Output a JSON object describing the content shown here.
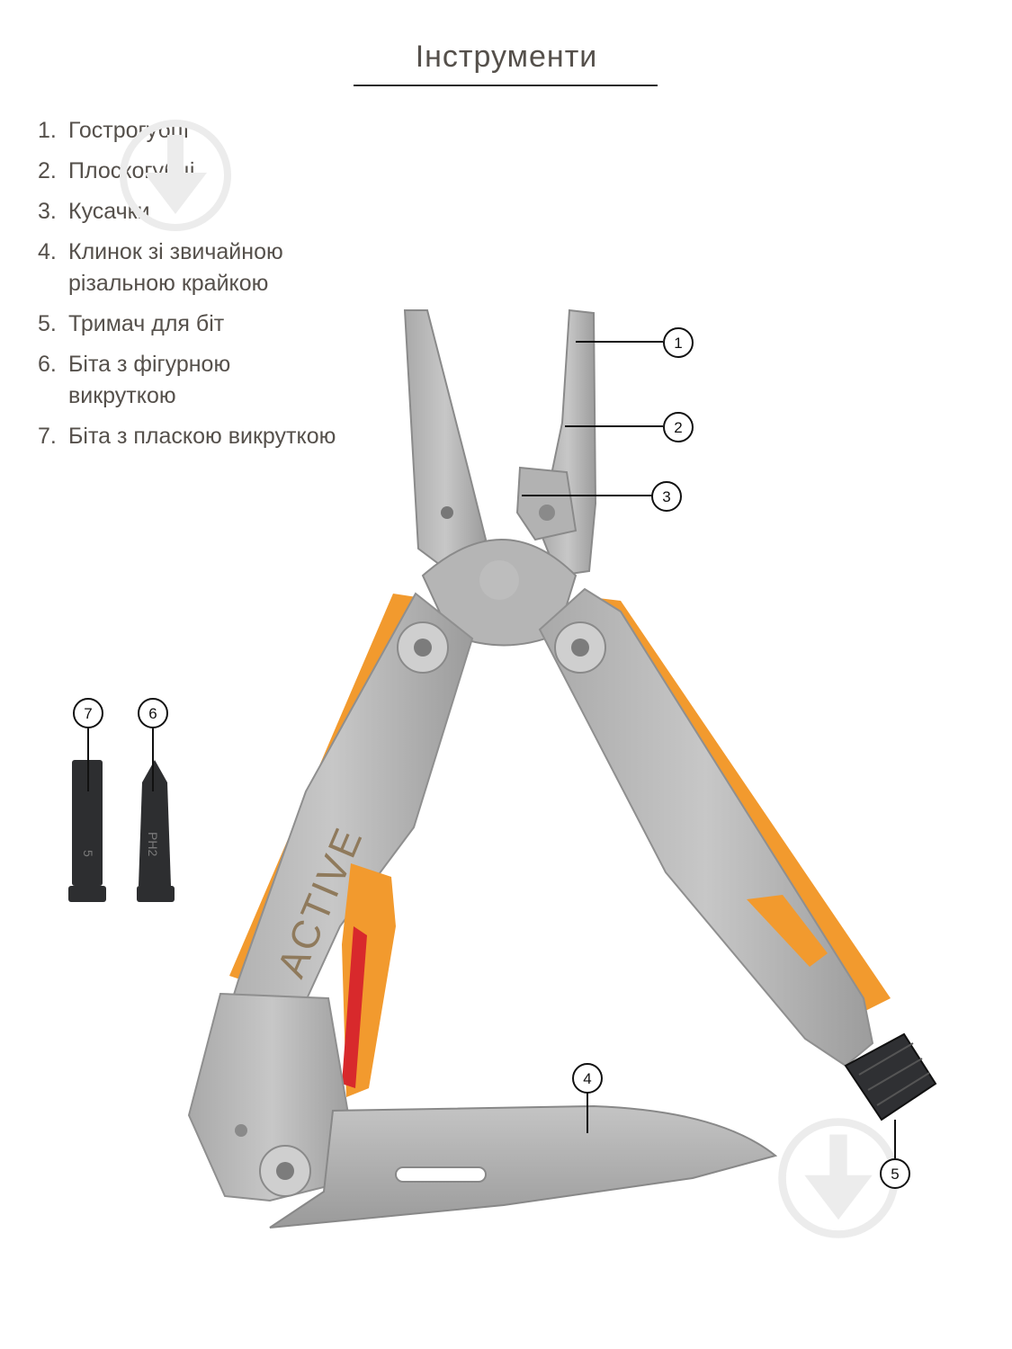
{
  "title": "Інструменти",
  "legend": [
    {
      "num": "1.",
      "text": "Гострогубці"
    },
    {
      "num": "2.",
      "text": "Плоскогубці"
    },
    {
      "num": "3.",
      "text": "Кусачки"
    },
    {
      "num": "4.",
      "text": "Клинок зі звичайною різальною крайкою"
    },
    {
      "num": "5.",
      "text": "Тримач для біт"
    },
    {
      "num": "6.",
      "text": "Біта з фігурною викруткою"
    },
    {
      "num": "7.",
      "text": "Біта з пласкою викруткою"
    }
  ],
  "callouts": [
    "1",
    "2",
    "3",
    "4",
    "5",
    "6",
    "7"
  ],
  "tool": {
    "brand": "ACTIVE",
    "bit_flat_label": "5",
    "bit_phillips_label": "PH2"
  },
  "colors": {
    "text": "#55504b",
    "steel": "#b9b9b9",
    "steel_dark": "#8d8d8d",
    "orange": "#f29a2e",
    "red": "#d8292c",
    "bit": "#2d2e30"
  }
}
